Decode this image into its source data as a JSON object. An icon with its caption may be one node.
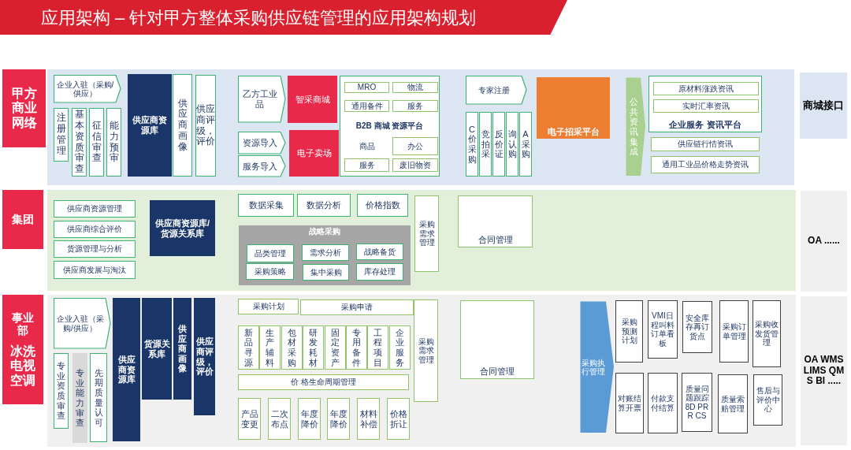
{
  "diagram": {
    "title": "应用架构 – 针对甲方整体采购供应链管理的应用架构规划",
    "nodes": [
      {
        "text": [
          "甲方商业网络"
        ]
      },
      {
        "text": [],
        "shape": "box"
      },
      {
        "text": [
          "企业入驻（采购/供应）"
        ],
        "in": 1
      },
      {
        "text": [
          "注册管理"
        ],
        "in": 1
      },
      {
        "text": [
          "基本资质审查"
        ],
        "in": 1
      },
      {
        "text": [
          "征信审查"
        ],
        "in": 1
      },
      {
        "text": [
          "能力预审"
        ],
        "in": 1
      },
      {
        "text": [
          "供应商资源库"
        ],
        "in": 1
      },
      {
        "text": [
          "供应商画像"
        ],
        "in": 1
      },
      {
        "text": [
          "供应商评级，评价"
        ],
        "in": 1
      },
      {
        "text": [
          "乙方工业品"
        ],
        "in": 1
      },
      {
        "text": [
          "资源导入"
        ],
        "in": 1
      },
      {
        "text": [
          "服务导入"
        ],
        "in": 1
      },
      {
        "text": [
          "智采商城"
        ],
        "in": 1
      },
      {
        "text": [
          "电子卖场"
        ],
        "in": 1
      },
      {
        "text": [
          "B2B 商城 资源平台"
        ],
        "in": 1
      },
      {
        "text": [
          "MRO"
        ],
        "in": 15
      },
      {
        "text": [
          "物流"
        ],
        "in": 15
      },
      {
        "text": [
          "通用备件"
        ],
        "in": 15
      },
      {
        "text": [
          "服务"
        ],
        "in": 15
      },
      {
        "text": [
          "商品"
        ],
        "in": 15
      },
      {
        "text": [
          "办公"
        ],
        "in": 15
      },
      {
        "text": [
          "服务"
        ],
        "in": 15
      },
      {
        "text": [
          "废旧物资"
        ],
        "in": 15
      },
      {
        "text": [
          "专家注册"
        ],
        "in": 1
      },
      {
        "text": [
          "C价采购"
        ],
        "in": 1
      },
      {
        "text": [
          "竞拍采"
        ],
        "in": 1
      },
      {
        "text": [
          "反价证"
        ],
        "in": 1
      },
      {
        "text": [
          "询认购"
        ],
        "in": 1
      },
      {
        "text": [
          "A采购"
        ],
        "in": 1
      },
      {
        "text": [
          "电子招采平台"
        ],
        "in": 1
      },
      {
        "text": [
          "公共资讯集成"
        ],
        "in": 1
      },
      {
        "text": [
          "企业服务 资讯平台"
        ],
        "in": 1
      },
      {
        "text": [
          "原材料涨跌资讯"
        ],
        "in": 32
      },
      {
        "text": [
          "实时汇率资讯"
        ],
        "in": 32
      },
      {
        "text": [
          "供应链行情资讯"
        ],
        "in": 1
      },
      {
        "text": [
          "通用工业品价格走势资讯"
        ],
        "in": 1
      },
      {
        "text": [
          "商城接口"
        ]
      },
      {
        "text": [
          "集团"
        ]
      },
      {
        "text": [],
        "shape": "box"
      },
      {
        "text": [
          "供应商资源管理"
        ],
        "in": 39
      },
      {
        "text": [
          "供应商综合评价"
        ],
        "in": 39
      },
      {
        "text": [
          "货源管理与分析"
        ],
        "in": 39
      },
      {
        "text": [
          "供应商发展与淘汰"
        ],
        "in": 39
      },
      {
        "text": [
          "供应商资源库/货源关系库"
        ],
        "in": 39
      },
      {
        "text": [
          "数据采集"
        ],
        "in": 39
      },
      {
        "text": [
          "数据分析"
        ],
        "in": 39
      },
      {
        "text": [
          "价格指数"
        ],
        "in": 39
      },
      {
        "text": [
          "战略采购"
        ],
        "in": 39
      },
      {
        "text": [
          "品类管理"
        ],
        "in": 48
      },
      {
        "text": [
          "需求分析"
        ],
        "in": 48
      },
      {
        "text": [
          "战略备货"
        ],
        "in": 48
      },
      {
        "text": [
          "采购策略"
        ],
        "in": 48
      },
      {
        "text": [
          "集中采购"
        ],
        "in": 48
      },
      {
        "text": [
          "库存处理"
        ],
        "in": 48
      },
      {
        "text": [
          "采购需求管理"
        ],
        "in": 39
      },
      {
        "text": [
          "合同管理"
        ],
        "in": 39
      },
      {
        "text": [
          "OA ......"
        ]
      },
      {
        "text": [
          "事业部",
          "冰洗电视空调"
        ]
      },
      {
        "text": [],
        "shape": "box"
      },
      {
        "text": [
          "企业入驻（采购/供应）"
        ],
        "in": 59
      },
      {
        "text": [
          "专业资质审查"
        ],
        "in": 59
      },
      {
        "text": [
          "专业能力审查"
        ],
        "in": 59
      },
      {
        "text": [
          "先期质量认可"
        ],
        "in": 59
      },
      {
        "text": [
          "供应商资源库"
        ],
        "in": 59
      },
      {
        "text": [
          "货源关系库"
        ],
        "in": 59
      },
      {
        "text": [
          "供应商画像"
        ],
        "in": 59
      },
      {
        "text": [
          "供应商评级，评价"
        ],
        "in": 59
      },
      {
        "text": [
          "采购计划"
        ],
        "in": 59
      },
      {
        "text": [
          "采购申请"
        ],
        "in": 59
      },
      {
        "text": [
          "新品寻源"
        ],
        "in": 59
      },
      {
        "text": [
          "生产辅料"
        ],
        "in": 59
      },
      {
        "text": [
          "包材采购"
        ],
        "in": 59
      },
      {
        "text": [
          "研发耗材"
        ],
        "in": 59
      },
      {
        "text": [
          "固定资产"
        ],
        "in": 59
      },
      {
        "text": [
          "专用备件"
        ],
        "in": 59
      },
      {
        "text": [
          "工程项目"
        ],
        "in": 59
      },
      {
        "text": [
          "企业服务"
        ],
        "in": 59
      },
      {
        "text": [
          "价 格生命周期管理"
        ],
        "in": 59
      },
      {
        "text": [
          "产品变更"
        ],
        "in": 59
      },
      {
        "text": [
          "二次布点"
        ],
        "in": 59
      },
      {
        "text": [
          "年度降价"
        ],
        "in": 59
      },
      {
        "text": [
          "年度降价"
        ],
        "in": 59
      },
      {
        "text": [
          "材料补偿"
        ],
        "in": 59
      },
      {
        "text": [
          "价格折让"
        ],
        "in": 59
      },
      {
        "text": [
          "采购需求管理"
        ],
        "in": 59
      },
      {
        "text": [
          "合同管理"
        ],
        "in": 59
      },
      {
        "text": [
          "采购执行管理"
        ],
        "in": 59
      },
      {
        "text": [
          "采购预测计划"
        ],
        "in": 59
      },
      {
        "text": [
          "VMI日程叫料订单看板"
        ],
        "in": 59
      },
      {
        "text": [
          "安全库存再订货点"
        ],
        "in": 59
      },
      {
        "text": [
          "采购订单管理"
        ],
        "in": 59
      },
      {
        "text": [
          "采购收发货管理"
        ],
        "in": 59
      },
      {
        "text": [
          "对账结算开票"
        ],
        "in": 59
      },
      {
        "text": [
          "付款支付结算"
        ],
        "in": 59
      },
      {
        "text": [
          "质量问题跟踪8D PRR CS"
        ],
        "in": 59
      },
      {
        "text": [
          "质量索赔管理"
        ],
        "in": 59
      },
      {
        "text": [
          "售后与评价中心"
        ],
        "in": 59
      },
      {
        "text": [
          "OA WMS LIMS QMS BI ....."
        ]
      }
    ]
  }
}
